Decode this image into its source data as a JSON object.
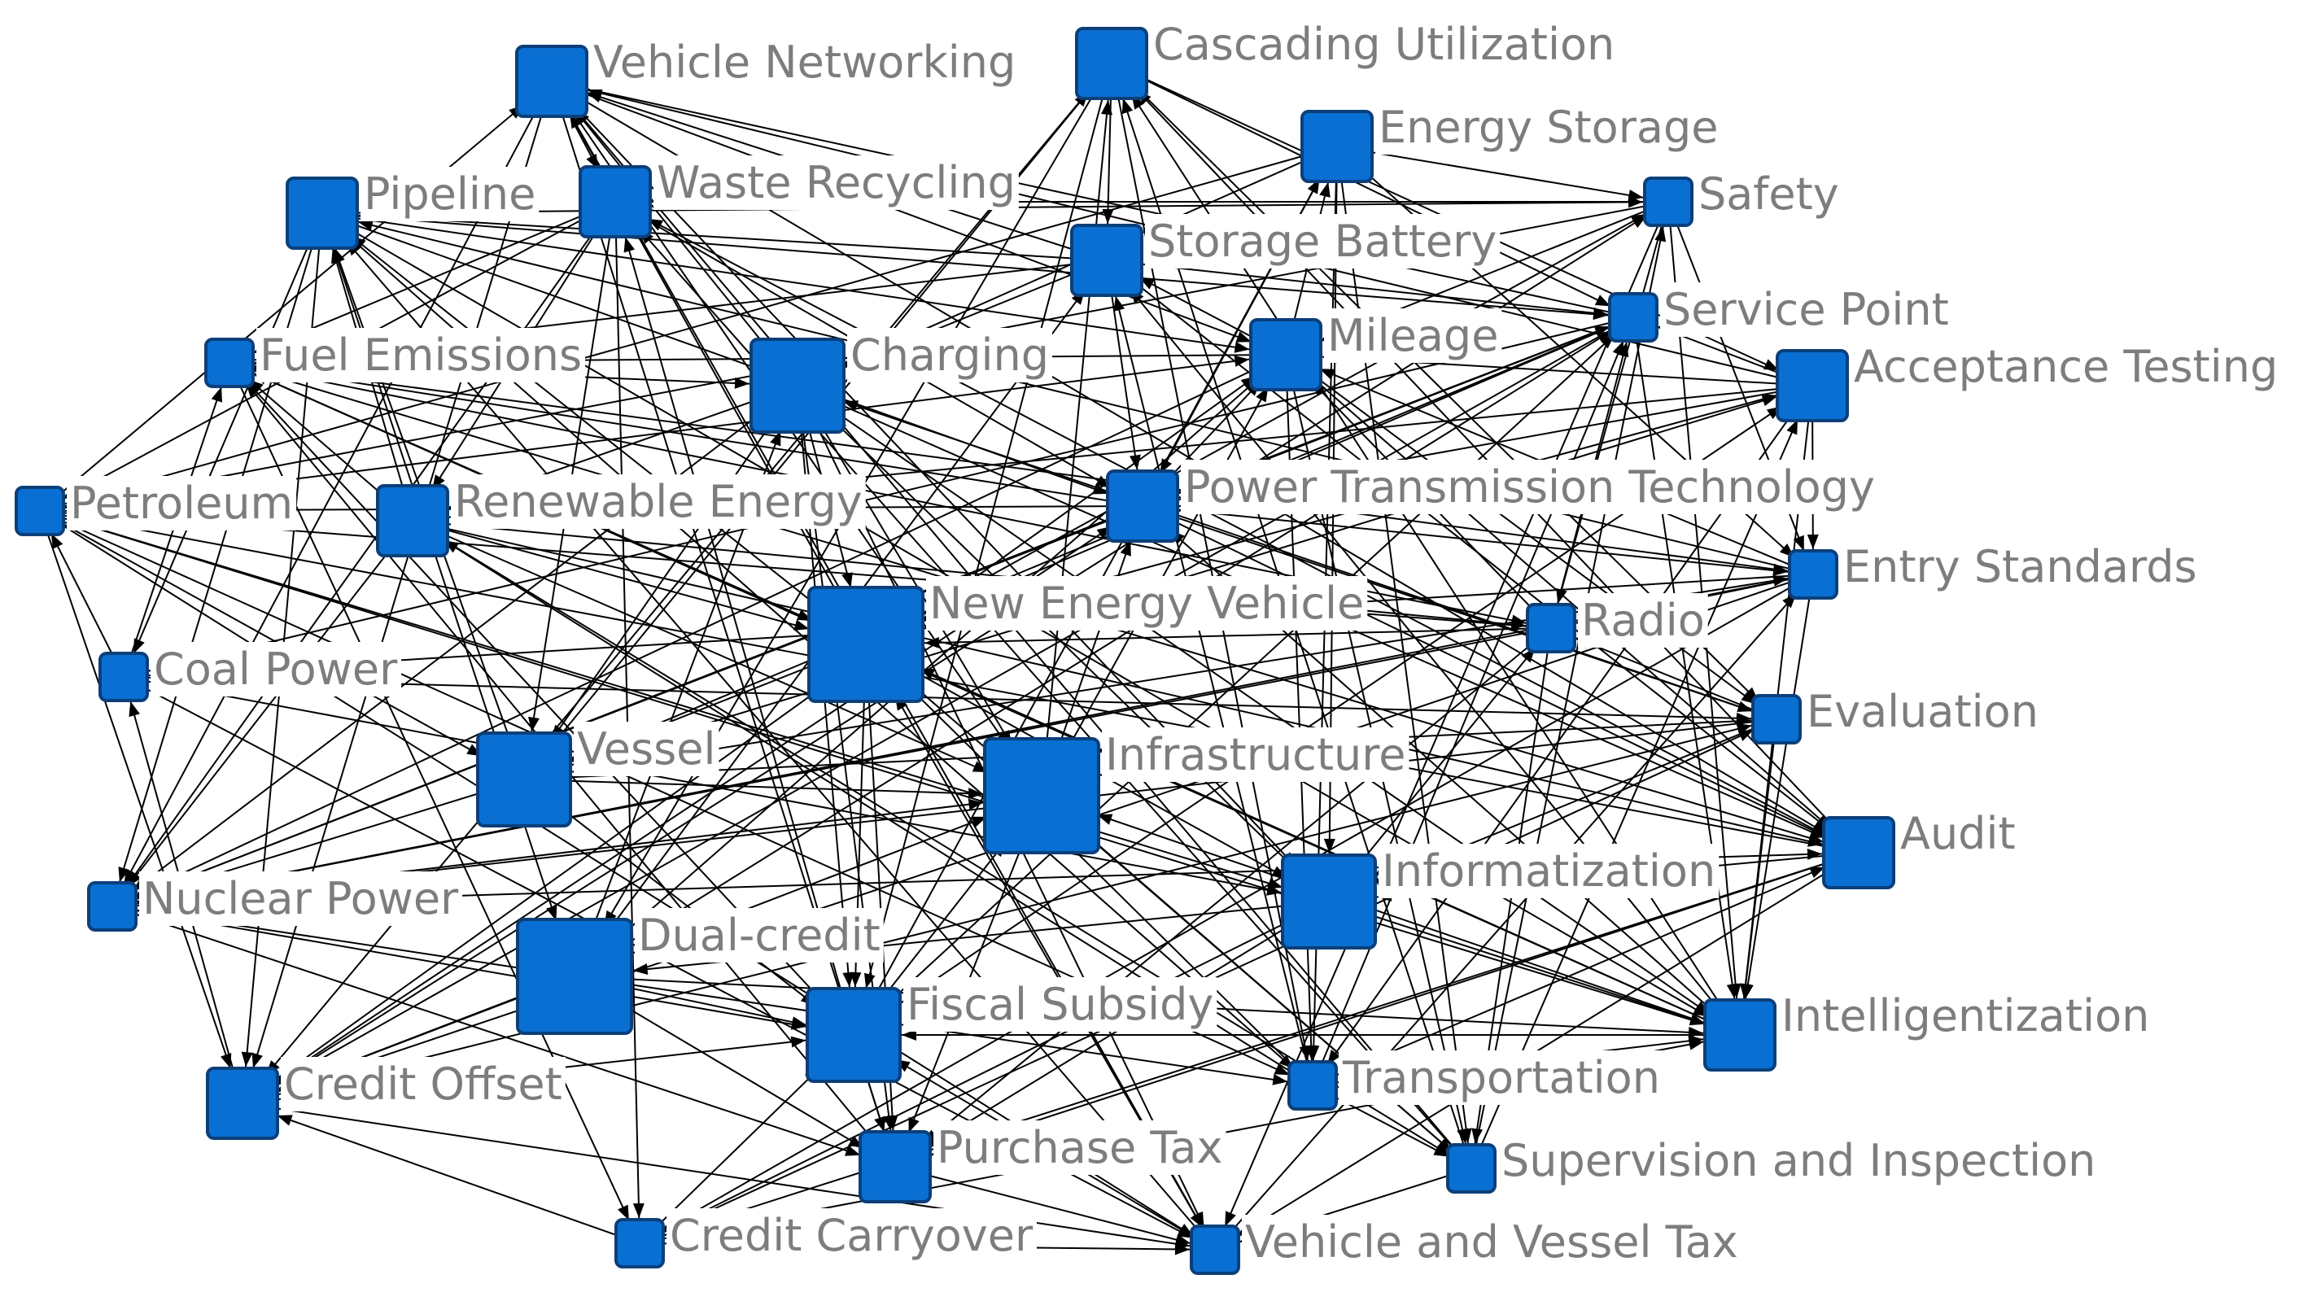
{
  "diagram": {
    "type": "network-graph",
    "node_color": "#0a6fd2",
    "label_color": "#7d7d7d",
    "edge_color": "#000000",
    "nodes": [
      {
        "id": "vehicle-networking",
        "label": "Vehicle Networking"
      },
      {
        "id": "cascading-utilization",
        "label": "Cascading Utilization"
      },
      {
        "id": "energy-storage",
        "label": "Energy Storage"
      },
      {
        "id": "safety",
        "label": "Safety"
      },
      {
        "id": "pipeline",
        "label": "Pipeline"
      },
      {
        "id": "waste-recycling",
        "label": "Waste Recycling"
      },
      {
        "id": "storage-battery",
        "label": "Storage Battery"
      },
      {
        "id": "service-point",
        "label": "Service Point"
      },
      {
        "id": "fuel-emissions",
        "label": "Fuel Emissions"
      },
      {
        "id": "charging",
        "label": "Charging"
      },
      {
        "id": "mileage",
        "label": "Mileage"
      },
      {
        "id": "acceptance-testing",
        "label": "Acceptance Testing"
      },
      {
        "id": "petroleum",
        "label": "Petroleum"
      },
      {
        "id": "renewable-energy",
        "label": "Renewable Energy"
      },
      {
        "id": "power-transmission-technology",
        "label": "Power Transmission Technology"
      },
      {
        "id": "entry-standards",
        "label": "Entry Standards"
      },
      {
        "id": "new-energy-vehicle",
        "label": "New Energy Vehicle"
      },
      {
        "id": "radio",
        "label": "Radio"
      },
      {
        "id": "coal-power",
        "label": "Coal Power"
      },
      {
        "id": "evaluation",
        "label": "Evaluation"
      },
      {
        "id": "vessel",
        "label": "Vessel"
      },
      {
        "id": "infrastructure",
        "label": "Infrastructure"
      },
      {
        "id": "audit",
        "label": "Audit"
      },
      {
        "id": "nuclear-power",
        "label": "Nuclear Power"
      },
      {
        "id": "informatization",
        "label": "Informatization"
      },
      {
        "id": "dual-credit",
        "label": "Dual-credit"
      },
      {
        "id": "fiscal-subsidy",
        "label": "Fiscal Subsidy"
      },
      {
        "id": "intelligentization",
        "label": "Intelligentization"
      },
      {
        "id": "credit-offset",
        "label": "Credit Offset"
      },
      {
        "id": "transportation",
        "label": "Transportation"
      },
      {
        "id": "purchase-tax",
        "label": "Purchase Tax"
      },
      {
        "id": "supervision-and-inspection",
        "label": "Supervision and Inspection"
      },
      {
        "id": "credit-carryover",
        "label": "Credit Carryover"
      },
      {
        "id": "vehicle-and-vessel-tax",
        "label": "Vehicle and Vessel Tax"
      }
    ]
  }
}
